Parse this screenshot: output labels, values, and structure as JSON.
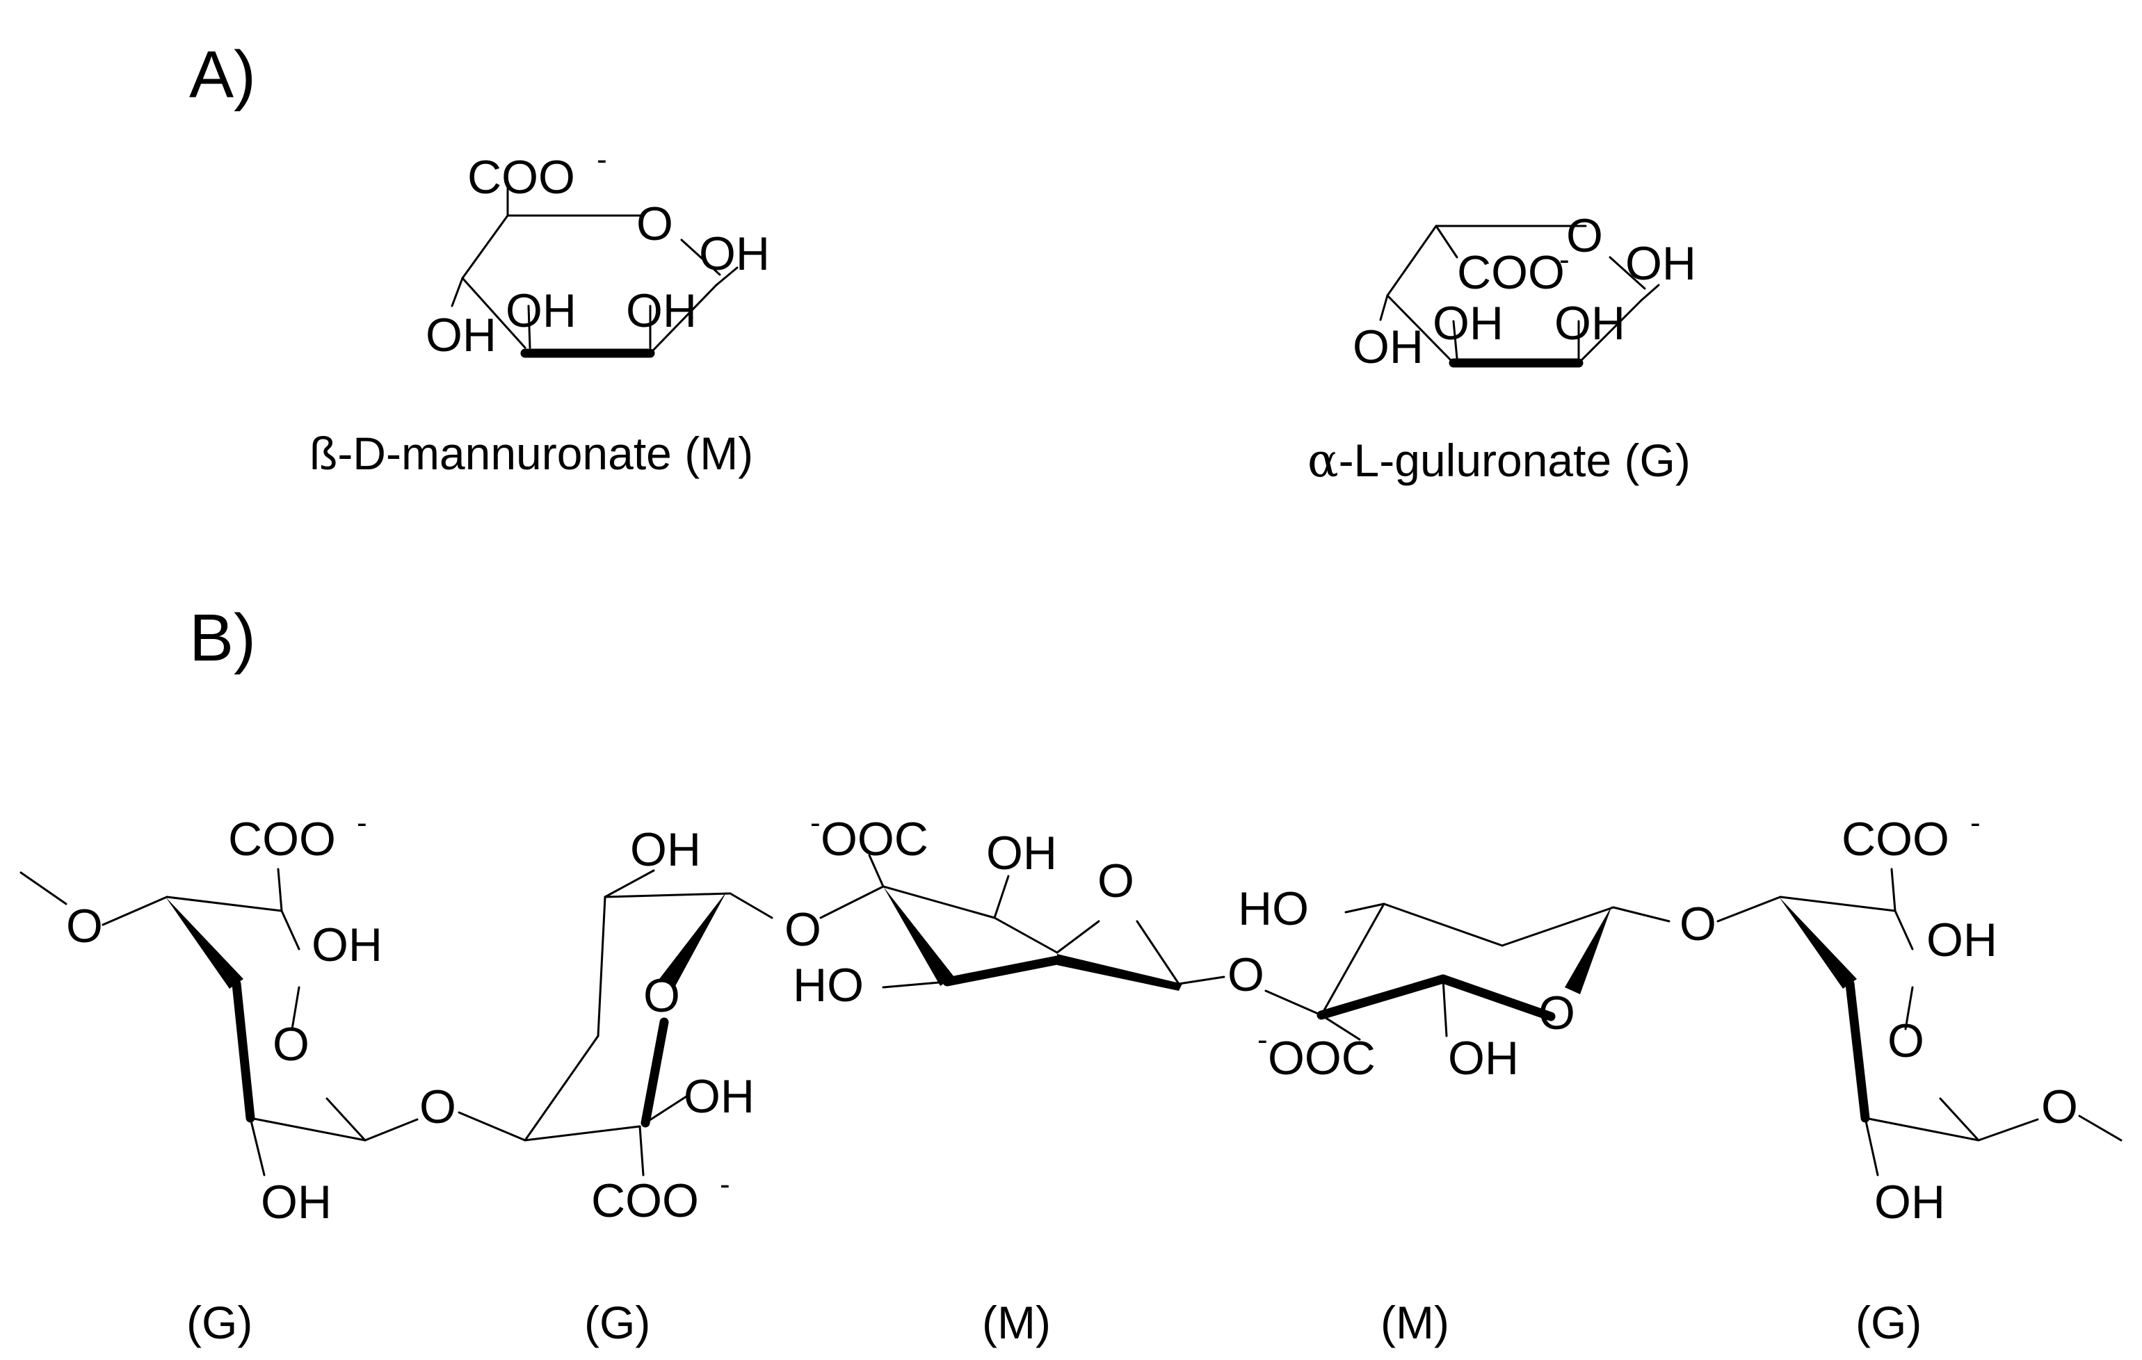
{
  "panels": {
    "a_label": "A)",
    "b_label": "B)"
  },
  "atoms": {
    "coo": "COO",
    "ooc": "OOC",
    "minus": "-",
    "o": "O",
    "oh": "OH",
    "ho": "HO"
  },
  "monomers": {
    "mannuronate": {
      "prefix": "ß",
      "name": "-D-mannuronate (M)"
    },
    "guluronate": {
      "prefix": "α",
      "name": "-L-guluronate (G)"
    }
  },
  "chain_units": [
    "(G)",
    "(G)",
    "(M)",
    "(M)",
    "(G)"
  ]
}
